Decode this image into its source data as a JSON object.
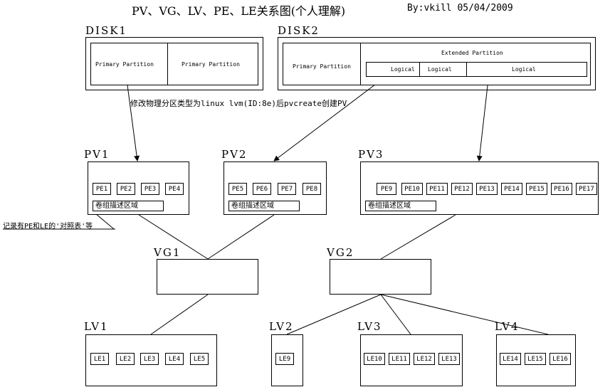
{
  "title": "PV、VG、LV、PE、LE关系图(个人理解)",
  "byline": "By:vkill 05/04/2009",
  "disk1": {
    "label": "DISK1",
    "partitions": [
      "Primary Partition",
      "Primary Partition"
    ]
  },
  "disk2": {
    "label": "DISK2",
    "primary": "Primary Partition",
    "extended": "Extended Partition",
    "logicals": [
      "Logical",
      "Logical",
      "Logical"
    ]
  },
  "convert_note": "修改物理分区类型为linux lvm(ID:8e)后pvcreate创建PV",
  "vgda_note": "记录有PE和LE的'对照表'等",
  "vgda_label": "卷组描述区域",
  "pvs": [
    {
      "label": "PV1",
      "pes": [
        "PE1",
        "PE2",
        "PE3",
        "PE4"
      ]
    },
    {
      "label": "PV2",
      "pes": [
        "PE5",
        "PE6",
        "PE7",
        "PE8"
      ]
    },
    {
      "label": "PV3",
      "pes": [
        "PE9",
        "PE10",
        "PE11",
        "PE12",
        "PE13",
        "PE14",
        "PE15",
        "PE16",
        "PE17"
      ]
    }
  ],
  "vgs": [
    {
      "label": "VG1"
    },
    {
      "label": "VG2"
    }
  ],
  "lvs": [
    {
      "label": "LV1",
      "les": [
        "LE1",
        "LE2",
        "LE3",
        "LE4",
        "LE5"
      ]
    },
    {
      "label": "LV2",
      "les": [
        "LE9"
      ]
    },
    {
      "label": "LV3",
      "les": [
        "LE10",
        "LE11",
        "LE12",
        "LE13"
      ]
    },
    {
      "label": "LV4",
      "les": [
        "LE14",
        "LE15",
        "LE16"
      ]
    }
  ]
}
